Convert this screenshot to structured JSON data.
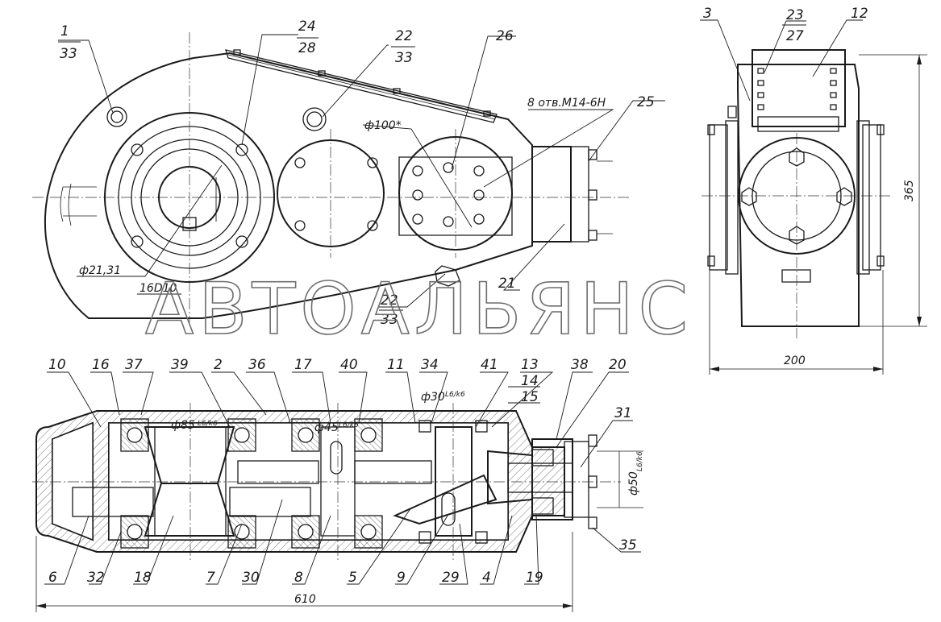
{
  "watermark": "АВТОАЛЬЯНС",
  "top_view": {
    "labels": {
      "p1": "1",
      "p1b": "33",
      "p24": "24",
      "p24b": "28",
      "p22": "22",
      "p22b": "33",
      "p26": "26",
      "holes": "8 отв.М14-6Н",
      "p25": "25",
      "d100": "ф100*",
      "d2131": "ф21,31",
      "key": "16D10",
      "p21": "21",
      "p22c": "22",
      "p22d": "33"
    }
  },
  "side_view": {
    "labels": {
      "p3": "3",
      "p23": "23",
      "p27": "27",
      "p12": "12",
      "height": "365",
      "width": "200"
    }
  },
  "section_view": {
    "labels": {
      "p10": "10",
      "p16": "16",
      "p37": "37",
      "p39": "39",
      "p2": "2",
      "p36": "36",
      "p17": "17",
      "p40": "40",
      "p11": "11",
      "p34": "34",
      "p41": "41",
      "p13": "13",
      "p14": "14",
      "p15": "15",
      "p38": "38",
      "p20": "20",
      "p31": "31",
      "p35": "35",
      "d85": "ф85",
      "d85tol": "L6/k6",
      "d45": "ф45",
      "d45tol": "L6/k6",
      "d30": "ф30",
      "d30tol": "L6/k6",
      "d50": "ф50",
      "d50tol": "L6/k6",
      "p6": "6",
      "p32": "32",
      "p18": "18",
      "p7": "7",
      "p30": "30",
      "p8": "8",
      "p5": "5",
      "p9": "9",
      "p29": "29",
      "p4": "4",
      "p19": "19",
      "length": "610"
    }
  }
}
